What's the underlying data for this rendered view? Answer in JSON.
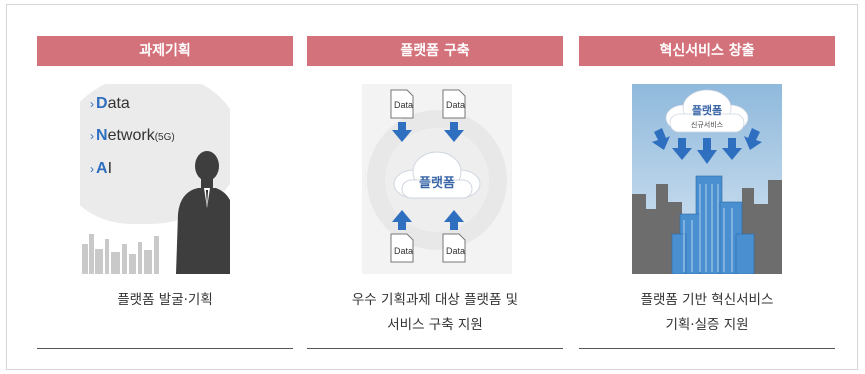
{
  "columns": [
    {
      "header": "과제기획",
      "terms": [
        {
          "first": "D",
          "rest": "ata",
          "sub": ""
        },
        {
          "first": "N",
          "rest": "etwork",
          "sub": "(5G)"
        },
        {
          "first": "A",
          "rest": "I",
          "sub": ""
        }
      ],
      "caption_lines": [
        "플랫폼 발굴·기획"
      ]
    },
    {
      "header": "플랫폼 구축",
      "cloud_label": "플랫폼",
      "doc_label": "Data",
      "caption_lines": [
        "우수 기획과제 대상 플랫폼 및",
        "서비스 구축 지원"
      ]
    },
    {
      "header": "혁신서비스 창출",
      "cloud_label": "플랫폼",
      "cloud_sublabel": "신규서비스",
      "caption_lines": [
        "플랫폼 기반 혁신서비스",
        "기획·실증 지원"
      ]
    }
  ],
  "colors": {
    "header_bg": "#d4727c",
    "accent_blue": "#2f6fbf",
    "text": "#333333"
  },
  "icons": [
    "businessman-silhouette-icon",
    "cloud-icon",
    "data-document-icon",
    "arrow-icon",
    "city-buildings-icon"
  ]
}
